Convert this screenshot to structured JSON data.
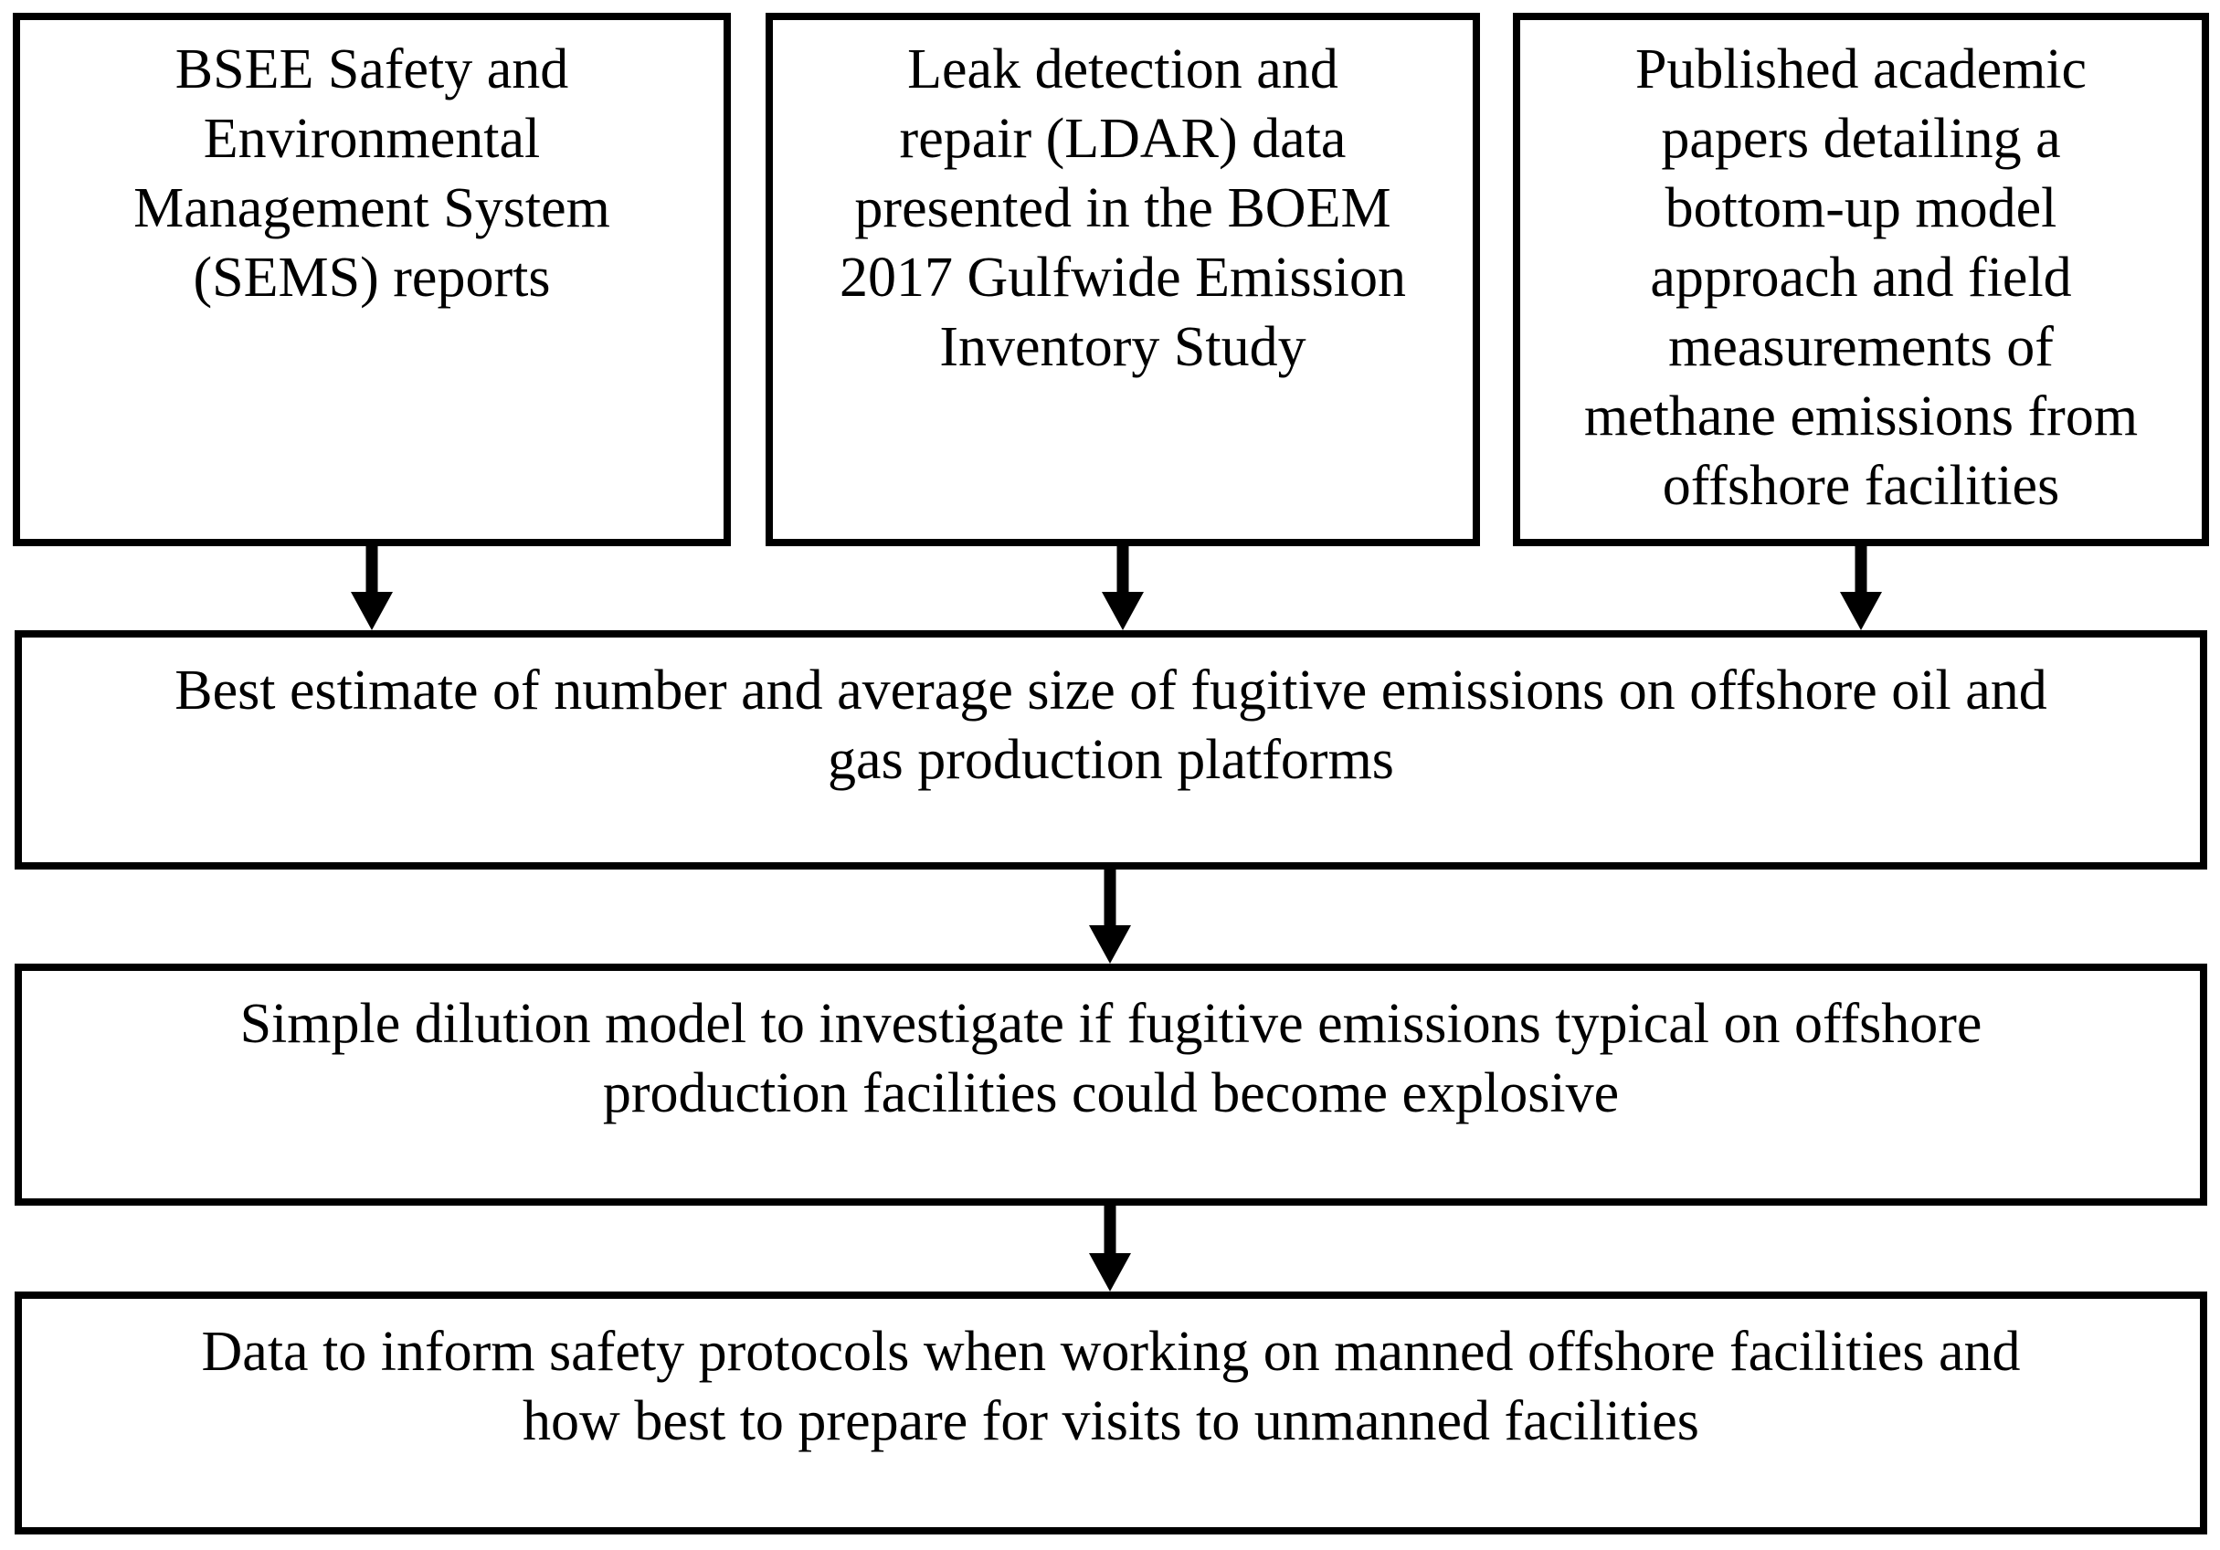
{
  "figure": {
    "colors": {
      "ink": "#000000",
      "paper": "#ffffff"
    },
    "source_boxes": [
      {
        "name": "sems-reports",
        "lines": [
          "BSEE Safety and",
          "Environmental",
          "Management System",
          "(SEMS) reports"
        ]
      },
      {
        "name": "ldar-data",
        "lines": [
          "Leak detection and",
          "repair (LDAR) data",
          "presented in the BOEM",
          "2017 Gulfwide Emission",
          "Inventory Study"
        ]
      },
      {
        "name": "academic-papers",
        "lines": [
          "Published academic",
          "papers detailing a",
          "bottom-up model",
          "approach and field",
          "measurements of",
          "methane emissions from",
          "offshore facilities"
        ]
      }
    ],
    "flow_boxes": [
      {
        "name": "best-estimate",
        "lines": [
          "Best estimate of number and average size of fugitive emissions on offshore oil and",
          "gas production platforms"
        ]
      },
      {
        "name": "dilution-model",
        "lines": [
          "Simple dilution model to investigate if fugitive emissions typical on offshore",
          "production facilities could become explosive"
        ]
      },
      {
        "name": "safety-protocols",
        "lines": [
          "Data to inform safety protocols when working on manned offshore facilities and",
          "how best to prepare for visits to unmanned facilities"
        ]
      }
    ]
  }
}
